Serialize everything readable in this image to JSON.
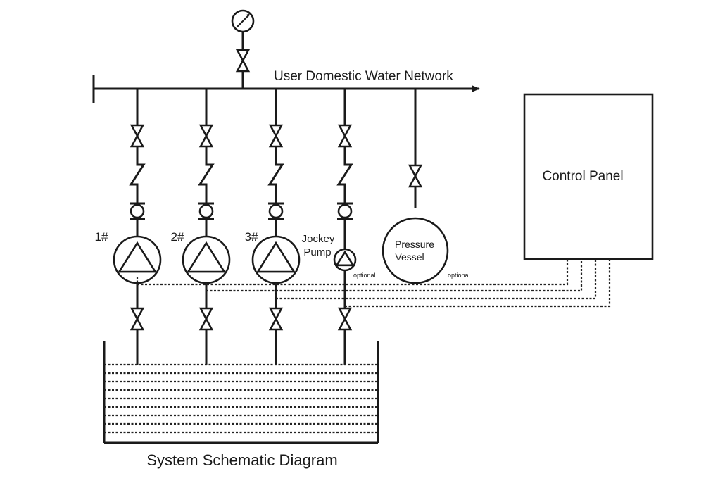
{
  "network_label": "User Domestic Water Network",
  "control_panel_label": "Control Panel",
  "pumps": [
    {
      "id": "p1",
      "label": "1#"
    },
    {
      "id": "p2",
      "label": "2#"
    },
    {
      "id": "p3",
      "label": "3#"
    }
  ],
  "jockey_pump": {
    "label_line1": "Jockey",
    "label_line2": "Pump",
    "tag": "optional"
  },
  "pressure_vessel": {
    "label_line1": "Pressure",
    "label_line2": "Vessel",
    "tag": "optional"
  },
  "caption": "System Schematic Diagram",
  "icons": [
    "pressure-gauge-icon",
    "gate-valve-icon",
    "check-valve-icon",
    "flexible-joint-icon",
    "pump-icon",
    "water-tank-icon"
  ]
}
